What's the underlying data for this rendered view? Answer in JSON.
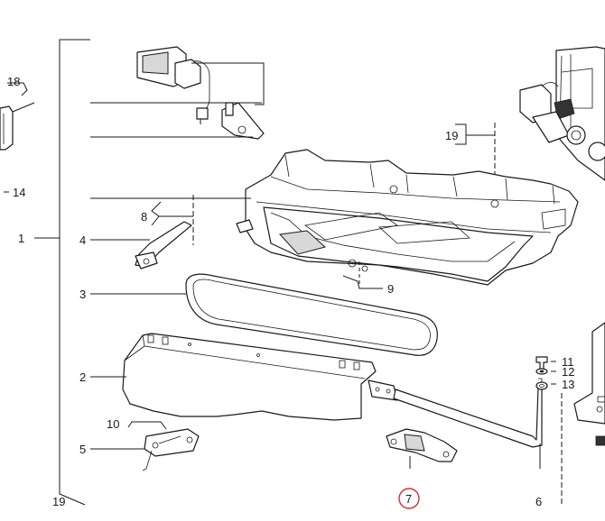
{
  "callouts": [
    "1",
    "2",
    "3",
    "4",
    "5",
    "6",
    "7",
    "8",
    "9",
    "10",
    "11",
    "12",
    "13",
    "14",
    "18",
    "19",
    "19"
  ],
  "highlight_color": "#d0312d",
  "line_color": "#1a1a1a"
}
